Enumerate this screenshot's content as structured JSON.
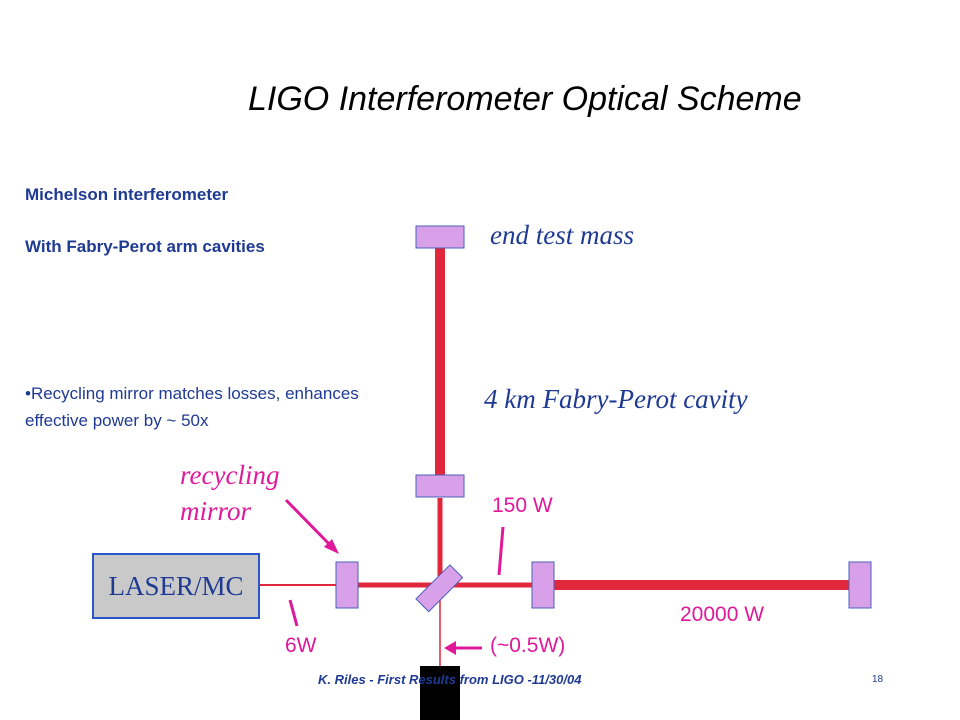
{
  "title": "LIGO Interferometer Optical Scheme",
  "subtitle_lines": [
    "Michelson interferometer",
    "With Fabry-Perot arm cavities"
  ],
  "bullet": "•Recycling mirror matches losses, enhances effective power by ~ 50x",
  "labels": {
    "end_test_mass": "end test mass",
    "cavity": "4 km Fabry-Perot cavity",
    "recycling_1": "recycling",
    "recycling_2": "mirror",
    "laser": "LASER/MC",
    "power_150": "150 W",
    "power_20000": "20000 W",
    "power_6": "6W",
    "power_dark": "(~0.5W)"
  },
  "footer": "K. Riles - First Results from LIGO -11/30/04",
  "page_number": "18",
  "colors": {
    "beam": "#e0273c",
    "mirror_fill": "#d9a0ea",
    "mirror_stroke": "#4a5fb8",
    "text_blue": "#1f3a93",
    "pink": "#e0199a",
    "laser_fill": "#c9c9c9"
  }
}
